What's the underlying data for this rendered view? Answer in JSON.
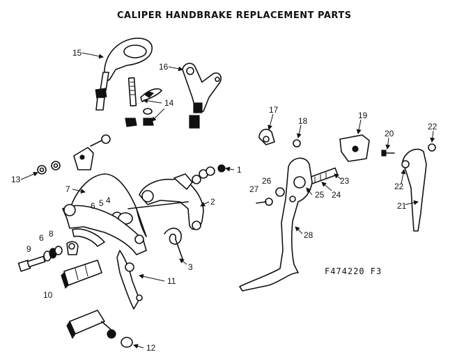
{
  "title": "CALIPER HANDBRAKE REPLACEMENT PARTS",
  "figure_code": "F474220 F3",
  "callouts": [
    "1",
    "2",
    "3",
    "4",
    "5",
    "6",
    "6",
    "7",
    "8",
    "9",
    "10",
    "11",
    "12",
    "13",
    "14",
    "15",
    "16",
    "17",
    "18",
    "19",
    "20",
    "21",
    "22",
    "22",
    "23",
    "24",
    "25",
    "26",
    "27",
    "28"
  ]
}
